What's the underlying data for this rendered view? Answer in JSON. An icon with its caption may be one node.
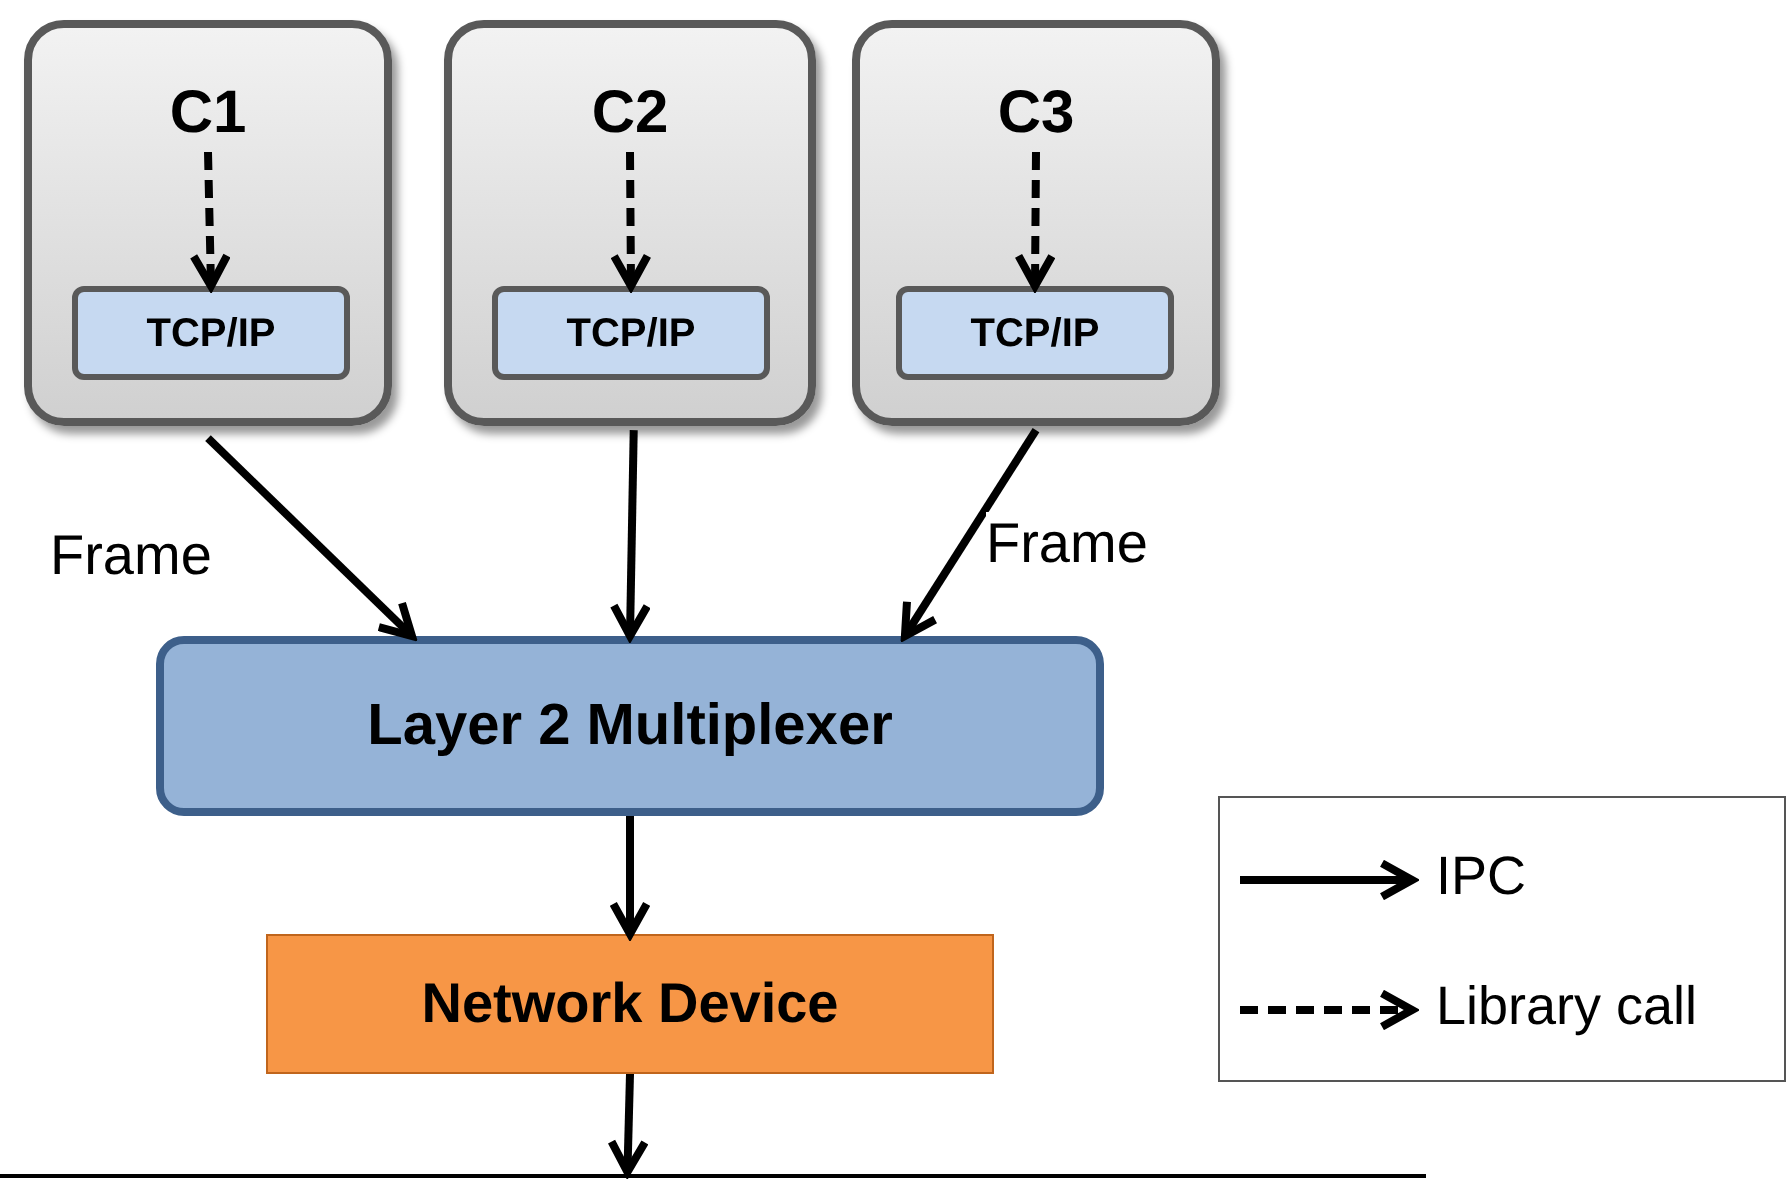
{
  "diagram": {
    "nodes": [
      {
        "text": [],
        "shape": "box"
      },
      {
        "text": [
          "C1"
        ],
        "in": 0
      },
      {
        "text": [
          "TCP/IP"
        ],
        "in": 0
      },
      {
        "text": [],
        "shape": "box"
      },
      {
        "text": [
          "C2"
        ],
        "in": 3
      },
      {
        "text": [
          "TCP/IP"
        ],
        "in": 3
      },
      {
        "text": [],
        "shape": "box"
      },
      {
        "text": [
          "C3"
        ],
        "in": 6
      },
      {
        "text": [
          "TCP/IP"
        ],
        "in": 6
      },
      {
        "text": [
          "Layer 2 Multiplexer"
        ]
      },
      {
        "text": [
          "Network Device"
        ]
      },
      {
        "text": [],
        "shape": "bar"
      }
    ],
    "edges": [
      {
        "from": 1,
        "to": 2,
        "arrow": "to",
        "style": "dashed"
      },
      {
        "from": 4,
        "to": 5,
        "arrow": "to",
        "style": "dashed"
      },
      {
        "from": 7,
        "to": 8,
        "arrow": "to",
        "style": "dashed"
      },
      {
        "from": 0,
        "to": 9,
        "arrow": "to",
        "label": "Frame"
      },
      {
        "from": 3,
        "to": 9,
        "arrow": "to"
      },
      {
        "from": 6,
        "to": 9,
        "arrow": "to",
        "label": "Frame"
      },
      {
        "from": 9,
        "to": 10,
        "arrow": "to"
      },
      {
        "from": 10,
        "to": 11,
        "arrow": "to"
      }
    ],
    "legend": [
      {
        "text": "IPC"
      },
      {
        "text": "Library call"
      }
    ]
  }
}
